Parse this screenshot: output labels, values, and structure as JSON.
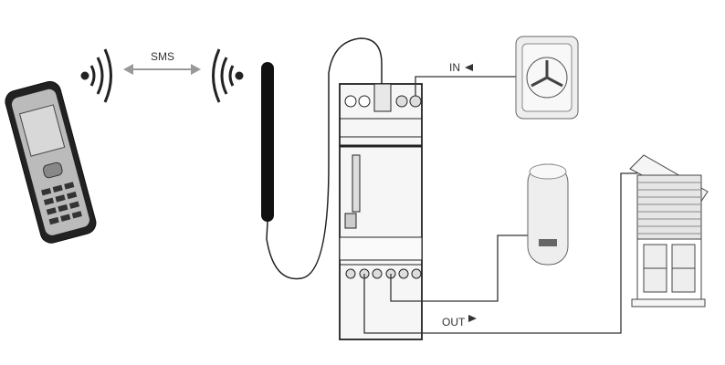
{
  "labels": {
    "sms": "SMS",
    "in": "IN",
    "out": "OUT"
  },
  "colors": {
    "line": "#333333",
    "device": "#f4f4f4",
    "antenna": "#111111"
  }
}
